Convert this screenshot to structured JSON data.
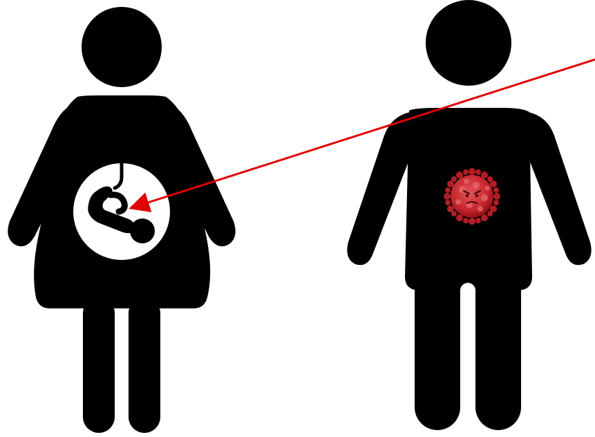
{
  "figures": [
    {
      "id": "pregnant-woman",
      "icon": "pregnant-woman-icon",
      "inner_icon": "fetus-icon"
    },
    {
      "id": "man",
      "icon": "man-icon",
      "inner_icon": "virus-icon"
    }
  ],
  "arrow": {
    "from": "off-page-top-right",
    "to": "fetus",
    "color": "#e00000"
  },
  "colors": {
    "figure": "#000000",
    "virus": "#c8262c",
    "virus_dark": "#8e1015",
    "background": "#ffffff"
  }
}
